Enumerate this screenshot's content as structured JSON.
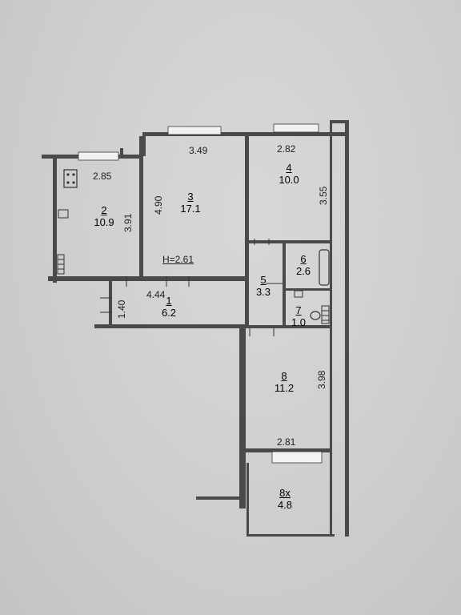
{
  "plan": {
    "ceiling_height": "H=2.61",
    "rooms": [
      {
        "number": "1",
        "area": "6.2",
        "dims": [
          "4.44",
          "1.40"
        ]
      },
      {
        "number": "2",
        "area": "10.9",
        "dims": [
          "2.85",
          "3.91"
        ]
      },
      {
        "number": "3",
        "area": "17.1",
        "dims": [
          "3.49",
          "4.90"
        ]
      },
      {
        "number": "4",
        "area": "10.0",
        "dims": [
          "2.82",
          "3.55"
        ]
      },
      {
        "number": "5",
        "area": "3.3",
        "dims": []
      },
      {
        "number": "6",
        "area": "2.6",
        "dims": []
      },
      {
        "number": "7",
        "area": "1.0",
        "dims": []
      },
      {
        "number": "8",
        "area": "11.2",
        "dims": [
          "2.81",
          "3.98"
        ]
      },
      {
        "number": "8x",
        "area": "4.8",
        "dims": []
      }
    ]
  }
}
